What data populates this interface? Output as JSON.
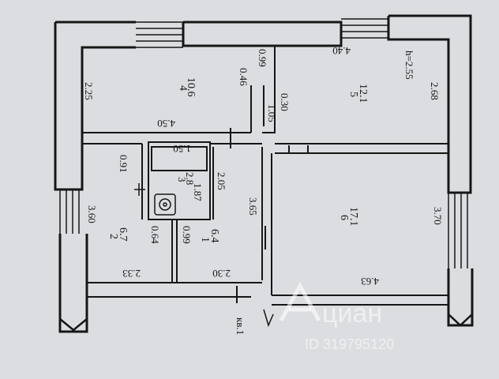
{
  "plan": {
    "rooms": [
      {
        "id": "room-4",
        "number": "4",
        "area": "10.6"
      },
      {
        "id": "room-5",
        "number": "5",
        "area": "12.1"
      },
      {
        "id": "room-2",
        "number": "2",
        "area": "6.7"
      },
      {
        "id": "room-1",
        "number": "1",
        "area": "6.4"
      },
      {
        "id": "room-6",
        "number": "6",
        "area": "17.1"
      },
      {
        "id": "room-3",
        "number": "3",
        "area": "2.8"
      }
    ],
    "dimensions": {
      "d_225": "2.25",
      "d_450": "4.50",
      "d_046": "0.46",
      "d_099": "0.99",
      "d_440": "4.40",
      "d_255": "h=2.55",
      "d_268": "2.68",
      "d_030": "0.30",
      "d_105": "1.05",
      "d_150": "1.50",
      "d_187": "1.87",
      "d_091": "0.91",
      "d_205": "2.05",
      "d_360": "3.60",
      "d_365": "3.65",
      "d_064": "0.64",
      "d_099b": "0.99",
      "d_370": "3.70",
      "d_233": "2.33",
      "d_230": "2.30",
      "d_463": "4.63"
    },
    "apartment_label": "кв.1",
    "watermark": {
      "brand": "циан",
      "id": "ID 319795120"
    }
  }
}
